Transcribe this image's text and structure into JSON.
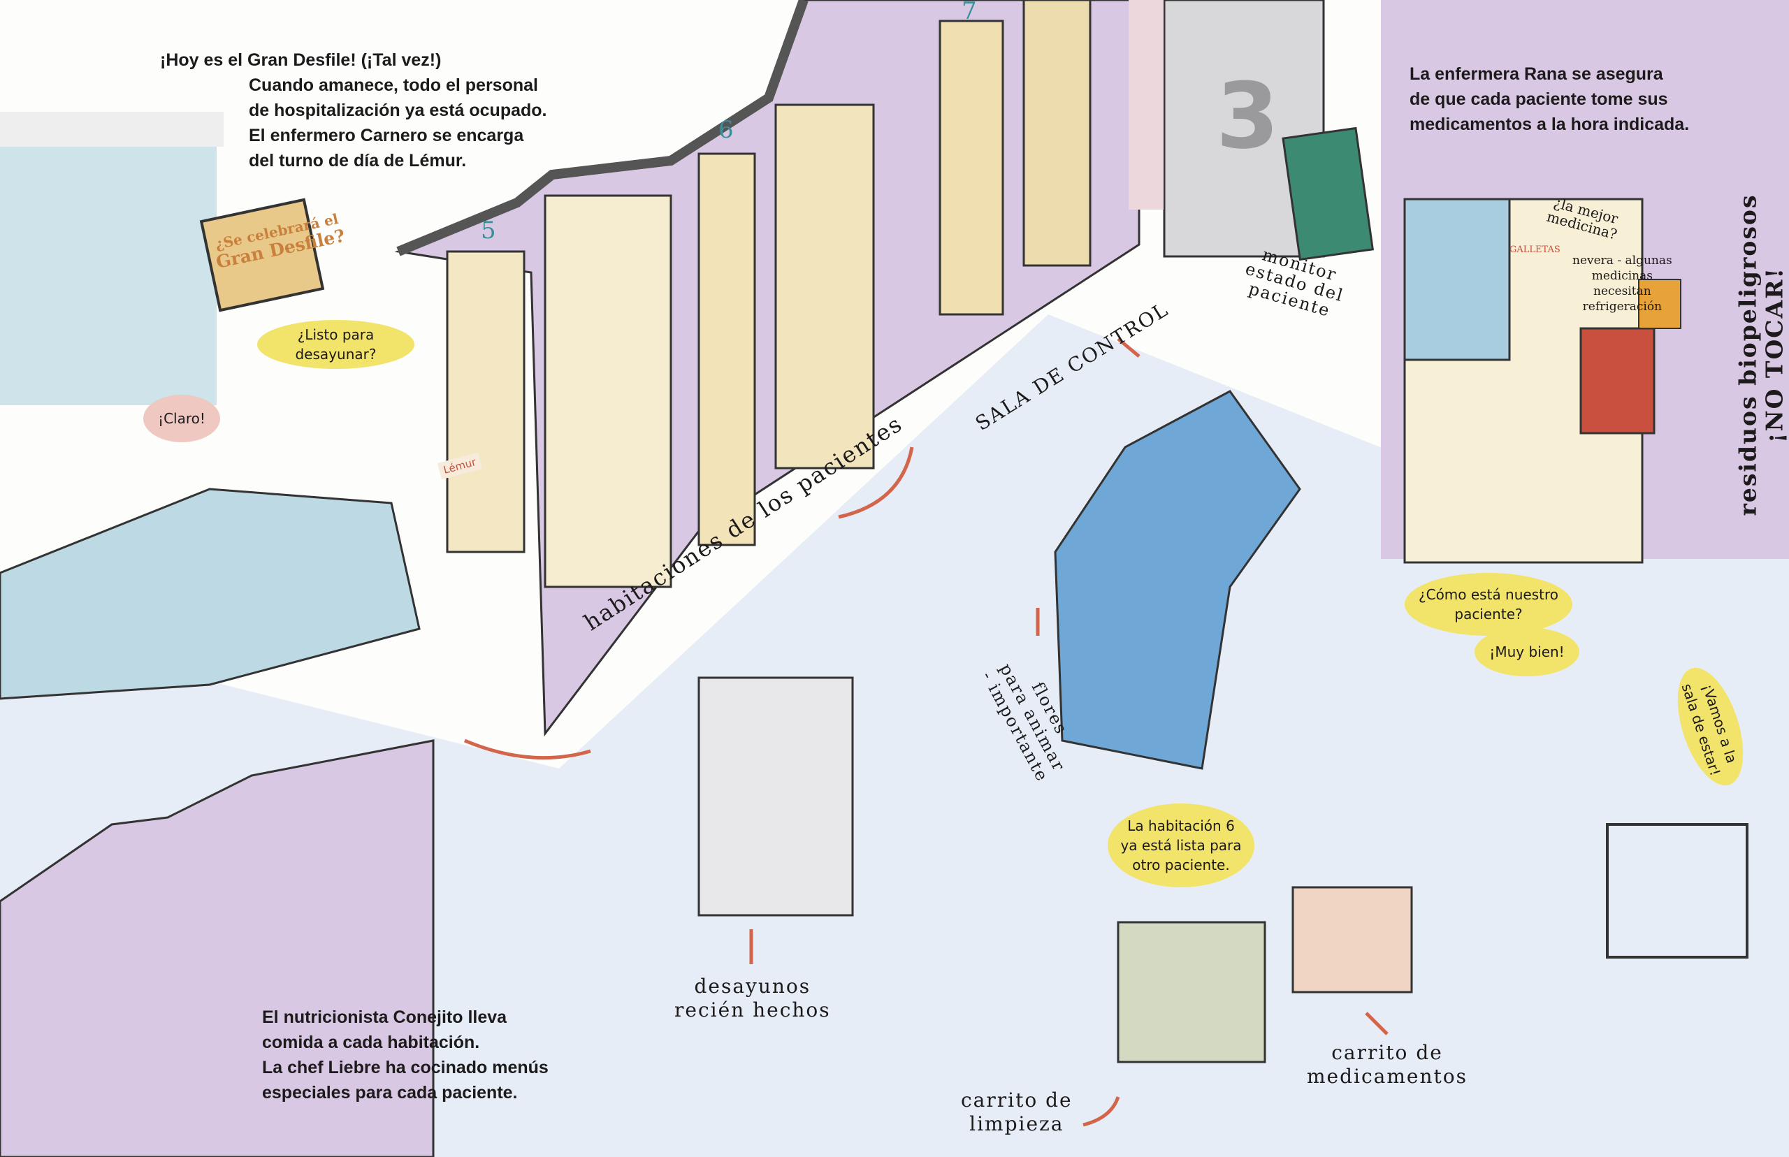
{
  "intro": {
    "title": "¡Hoy es el Gran Desfile!  (¡Tal vez!)",
    "lines": [
      "Cuando amanece, todo el personal",
      "de hospitalización ya está ocupado.",
      "El enfermero Carnero se encarga",
      "del turno de día de Lémur."
    ]
  },
  "frog_text": {
    "lines": [
      "La enfermera Rana se asegura",
      "de que cada paciente tome sus",
      "medicamentos a la hora indicada."
    ]
  },
  "nutrition_text": {
    "lines": [
      "El nutricionista Conejito lleva",
      "comida a cada habitación.",
      "La chef Liebre ha cocinado menús",
      "especiales para cada paciente."
    ]
  },
  "tv_sign": {
    "line1": "¿Se celebrará el",
    "line2": "Gran Desfile?"
  },
  "bubbles": {
    "listo": "¿Listo para desayunar?",
    "claro": "¡Claro!",
    "como": [
      "¿Cómo está nuestro",
      "paciente?"
    ],
    "muy_bien": "¡Muy bien!",
    "vamos": [
      "¡Vamos a la",
      "sala de estar!"
    ],
    "habitacion": [
      "La habitación 6",
      "ya está lista para",
      "otro paciente."
    ]
  },
  "labels": {
    "rooms": "habitaciones de los pacientes",
    "control": "SALA DE CONTROL",
    "monitor": [
      "monitor",
      "estado del",
      "paciente"
    ],
    "flores": [
      "flores",
      "para animar",
      "- importante"
    ],
    "desayunos": [
      "desayunos",
      "recién hechos"
    ],
    "limpieza": [
      "carrito de",
      "limpieza"
    ],
    "medicamentos": [
      "carrito de",
      "medicamentos"
    ],
    "residuos": [
      "residuos biopeligrosos",
      "¡NO TOCAR!"
    ],
    "mejor_medicina": [
      "¿la mejor",
      "medicina?"
    ],
    "nevera": [
      "nevera - algunas",
      "medicinas",
      "necesitan",
      "refrigeración"
    ],
    "galletas": "GALLETAS",
    "lemur_tag": "Lémur"
  },
  "room_numbers": {
    "r5": "5",
    "r6": "6",
    "r7": "7",
    "elevator": "3"
  },
  "colors": {
    "wall": "#d9c8e3",
    "bubble": "#f2e36a",
    "arrow": "#d2654a",
    "floor": "#dde6f2"
  }
}
